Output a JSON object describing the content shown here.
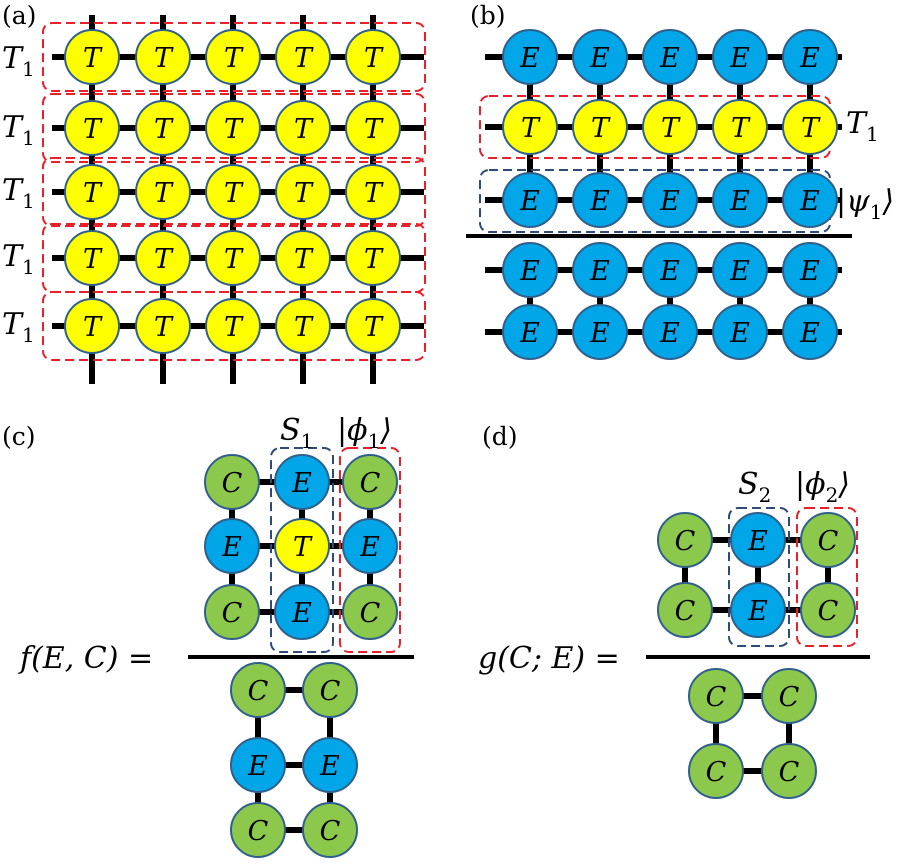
{
  "colors": {
    "T": "#ffff00",
    "E": "#00a6e8",
    "C": "#8cc84b",
    "bond": "#000000",
    "red_box": "#e8202a",
    "blue_box": "#2e4a78"
  },
  "panel_a": {
    "label": "(a)",
    "row_label": "T",
    "row_label_sub": "1",
    "node_letter": "T"
  },
  "panel_b": {
    "label": "(b)",
    "boxed_T_label": "T",
    "boxed_T_sub": "1",
    "boxed_E_label_pre": "|ψ",
    "boxed_E_sub": "1",
    "boxed_E_label_post": "⟩",
    "node_letters": {
      "E": "E",
      "T": "T"
    }
  },
  "panel_c": {
    "label": "(c)",
    "S_label": "S",
    "S_sub": "1",
    "phi_label_pre": "|ϕ",
    "phi_sub": "1",
    "phi_label_post": "⟩",
    "func_label": "f(E, C) ="
  },
  "panel_d": {
    "label": "(d)",
    "S_label": "S",
    "S_sub": "2",
    "phi_label_pre": "|ϕ",
    "phi_sub": "2",
    "phi_label_post": "⟩",
    "func_label": "g(C; E) ="
  }
}
